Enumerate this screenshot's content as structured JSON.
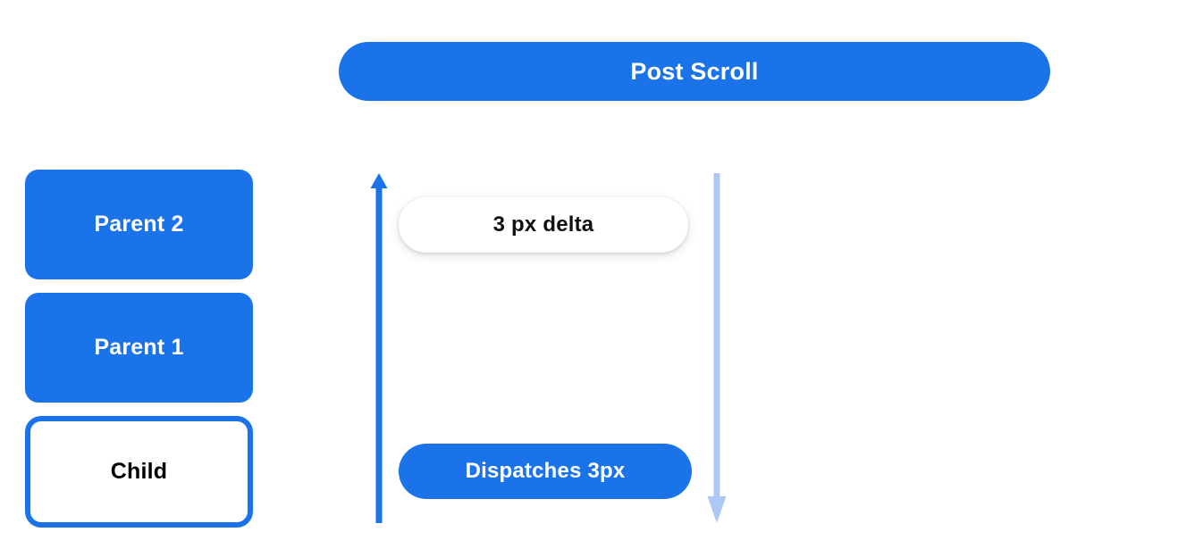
{
  "header": {
    "title": "Post Scroll"
  },
  "stack": {
    "boxes": [
      {
        "label": "Parent 2",
        "style": "filled"
      },
      {
        "label": "Parent 1",
        "style": "filled"
      },
      {
        "label": "Child",
        "style": "outlined"
      }
    ]
  },
  "flow": {
    "delta_pill": "3 px delta",
    "dispatch_pill": "Dispatches 3px",
    "up_arrow_name": "scroll-up-arrow",
    "down_arrow_name": "scroll-down-arrow"
  },
  "colors": {
    "primary_blue": "#1a73e8",
    "light_blue": "#aec8f5",
    "white": "#ffffff",
    "text_dark": "#111111"
  }
}
